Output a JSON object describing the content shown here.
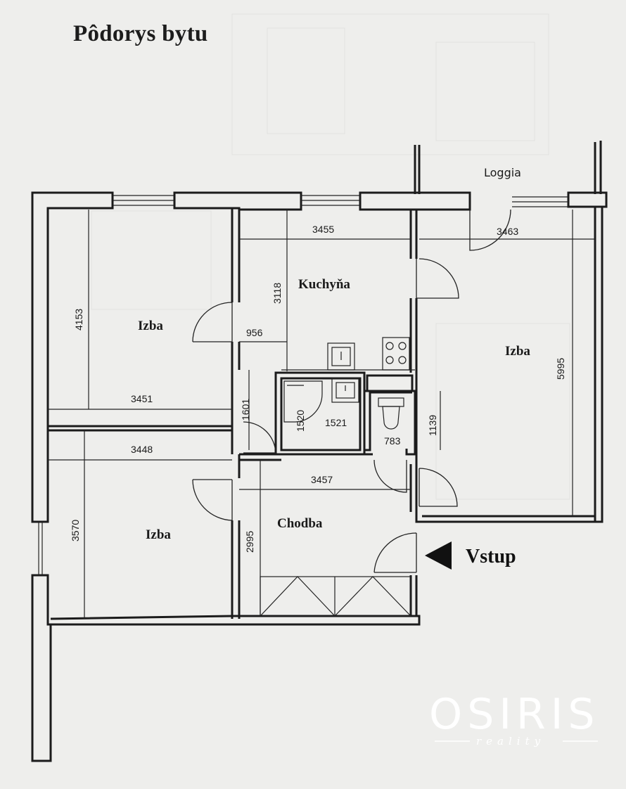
{
  "title": "Pôdorys bytu",
  "rooms": {
    "izba_top_left": "Izba",
    "kuchyna": "Kuchyňa",
    "izba_right": "Izba",
    "loggia": "Loggia",
    "izba_bottom_left": "Izba",
    "chodba": "Chodba"
  },
  "dimensions": {
    "d3455": "3455",
    "d3463": "3463",
    "d4153": "4153",
    "d3118": "3118",
    "d956": "956",
    "d5995": "5995",
    "d3451": "3451",
    "d1601": "1601",
    "d1520": "1520",
    "d1521": "1521",
    "d1139": "1139",
    "d783": "783",
    "d3448": "3448",
    "d3457": "3457",
    "d3570": "3570",
    "d2995": "2995"
  },
  "entrance_label": "Vstup",
  "watermark": {
    "name": "OSIRIS",
    "sub": "reality"
  }
}
